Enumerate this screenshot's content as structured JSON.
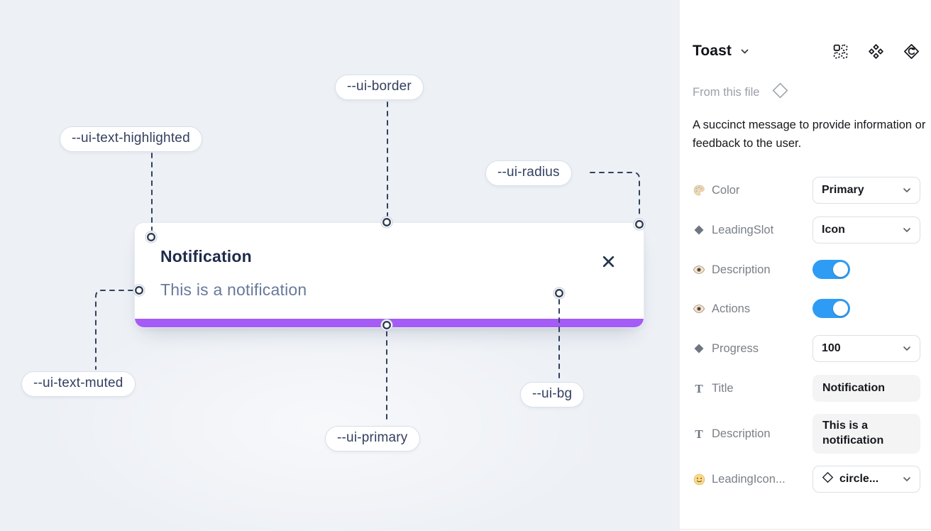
{
  "canvas": {
    "toast": {
      "title": "Notification",
      "description": "This is a notification",
      "progress_percent": 100
    },
    "tokens": [
      {
        "label": "--ui-border"
      },
      {
        "label": "--ui-text-highlighted"
      },
      {
        "label": "--ui-radius"
      },
      {
        "label": "--ui-text-muted"
      },
      {
        "label": "--ui-primary"
      },
      {
        "label": "--ui-bg"
      }
    ]
  },
  "panel": {
    "title": "Toast",
    "source_label": "From this file",
    "description": "A succinct message to provide information or feedback to the user.",
    "rows": {
      "color": {
        "label": "Color",
        "value": "Primary"
      },
      "leading_slot": {
        "label": "LeadingSlot",
        "value": "Icon"
      },
      "description_toggle": {
        "label": "Description",
        "on": true
      },
      "actions_toggle": {
        "label": "Actions",
        "on": true
      },
      "progress": {
        "label": "Progress",
        "value": "100"
      },
      "title_field": {
        "label": "Title",
        "value": "Notification"
      },
      "description_field": {
        "label": "Description",
        "value": "This is a notification"
      },
      "leading_icon": {
        "label": "LeadingIcon...",
        "value": "circle..."
      }
    }
  },
  "icons": {
    "text_glyph": "T",
    "header": [
      "component-grid-icon",
      "components-icon",
      "instance-swap-icon"
    ],
    "row_icons": [
      "palette-icon",
      "diamond-icon",
      "eye-icon",
      "smiley-icon"
    ]
  },
  "colors": {
    "accent_purple": "#A55BF5",
    "toggle_blue": "#2E9CF4",
    "canvas_bg": "#EDF0F5"
  }
}
